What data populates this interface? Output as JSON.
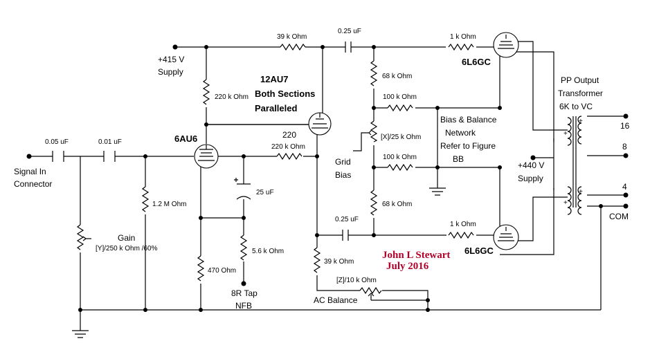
{
  "author": {
    "name": "John L Stewart",
    "date": "July 2016"
  },
  "tubes": {
    "driver": "12AU7",
    "driver_note1": "Both Sections",
    "driver_note2": "Paralleled",
    "input": "6AU6",
    "output_top": "6L6GC",
    "output_bottom": "6L6GC"
  },
  "supply": {
    "b_plus": "+415 V",
    "b_plus_label": "Supply",
    "output": "+440 V",
    "output_label": "Supply"
  },
  "signal": {
    "line1": "Signal In",
    "line2": "Connector"
  },
  "gain": {
    "label": "Gain",
    "value": "[Y]/250 k Ohm /60%"
  },
  "resistors": {
    "r39k_top": "39 k Ohm",
    "r220k_plate": "220 k Ohm",
    "r1_2m": "1.2 M Ohm",
    "r470": "470  Ohm",
    "r5_6k": "5.6 k Ohm",
    "r220": "220",
    "r220k_grid": "220 k Ohm",
    "r68k_top": "68 k Ohm",
    "r100k_top": "100 k Ohm",
    "pot25k": "[X]/25 k Ohm",
    "r100k_bottom": "100 k Ohm",
    "r68k_bottom": "68 k Ohm",
    "r1k_top": "1 k Ohm",
    "r1k_bottom": "1 k Ohm",
    "r39k_bottom": "39 k Ohm",
    "pot10k": "[Z]/10 k Ohm"
  },
  "capacitors": {
    "c005": "0.05 uF",
    "c001": "0.01 uF",
    "c025_top": "0.25 uF",
    "c025_bottom": "0.25 uF",
    "c25": "25 uF"
  },
  "feedback": {
    "line1": "8R Tap",
    "line2": "NFB"
  },
  "grid_bias": {
    "line1": "Grid",
    "line2": "Bias"
  },
  "bias_network": {
    "line1": "Bias & Balance",
    "line2": "Network",
    "line3": "Refer to Figure",
    "line4": "BB"
  },
  "ac_balance": "AC Balance",
  "transformer": {
    "line1": "PP Output",
    "line2": "Transformer",
    "line3": "6K to VC"
  },
  "taps": {
    "t16": "16",
    "t8": "8",
    "t4": "4",
    "com": "COM"
  }
}
